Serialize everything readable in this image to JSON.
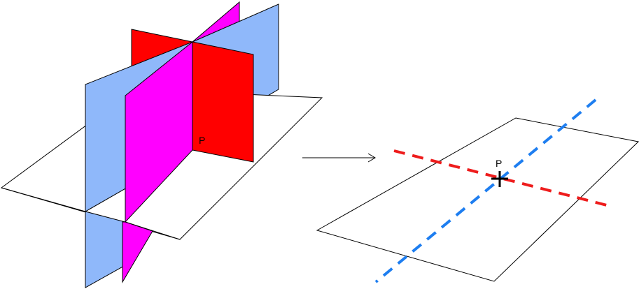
{
  "figure": {
    "left_panel": {
      "point_label": "P",
      "planes": [
        {
          "name": "blue-plane",
          "color": "#8fb8fa"
        },
        {
          "name": "magenta-plane",
          "color": "#ff00ff"
        },
        {
          "name": "red-plane",
          "color": "#ff0000"
        },
        {
          "name": "ground-plane",
          "color": "#ffffff"
        }
      ]
    },
    "arrow": {
      "direction": "right"
    },
    "right_panel": {
      "point_label": "P",
      "lines": [
        {
          "name": "red-dashed-line",
          "color": "#ee1c1c",
          "style": "dashed"
        },
        {
          "name": "blue-dashed-line",
          "color": "#1e7ef0",
          "style": "dashed"
        }
      ],
      "marker": "plus"
    }
  },
  "colors": {
    "blue": "#8fb8fa",
    "magenta": "#ff00ff",
    "red": "#ff0000",
    "red_line": "#ee1c1c",
    "blue_line": "#1e7ef0",
    "stroke": "#000000"
  }
}
